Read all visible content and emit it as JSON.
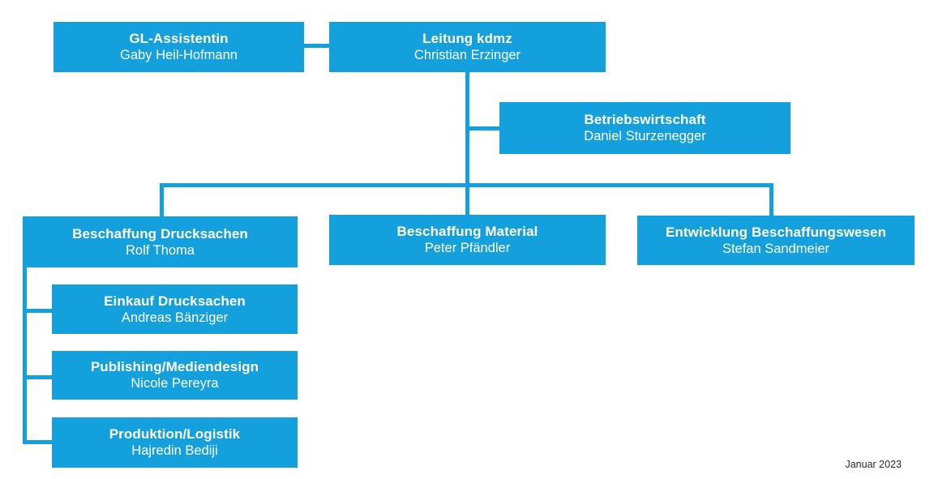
{
  "chart_title": "",
  "colors": {
    "box_blue": "#14a0dc",
    "text_white": "#ffffff",
    "footer_text": "#2b2b2b",
    "background": "#ffffff"
  },
  "org": {
    "nodes": [
      {
        "id": "gl-assistentin",
        "title": "GL-Assistentin",
        "person": "Gaby Heil-Hofmann",
        "parent": "leitung-kdmz",
        "relation": "assistant"
      },
      {
        "id": "leitung-kdmz",
        "title": "Leitung kdmz",
        "person": "Christian Erzinger",
        "parent": null,
        "relation": "head"
      },
      {
        "id": "betriebswirtschaft",
        "title": "Betriebswirtschaft",
        "person": "Daniel Sturzenegger",
        "parent": "leitung-kdmz",
        "relation": "staff-unit"
      },
      {
        "id": "beschaffung-drucksachen",
        "title": "Beschaffung Drucksachen",
        "person": "Rolf Thoma",
        "parent": "leitung-kdmz",
        "relation": "department"
      },
      {
        "id": "beschaffung-material",
        "title": "Beschaffung Material",
        "person": "Peter Pfändler",
        "parent": "leitung-kdmz",
        "relation": "department"
      },
      {
        "id": "entwicklung-beschaffungswesen",
        "title": "Entwicklung Beschaffungswesen",
        "person": "Stefan Sandmeier",
        "parent": "leitung-kdmz",
        "relation": "department"
      },
      {
        "id": "einkauf-drucksachen",
        "title": "Einkauf Drucksachen",
        "person": "Andreas Bänziger",
        "parent": "beschaffung-drucksachen",
        "relation": "sub-unit"
      },
      {
        "id": "publishing-mediendesign",
        "title": "Publishing/Mediendesign",
        "person": "Nicole Pereyra",
        "parent": "beschaffung-drucksachen",
        "relation": "sub-unit"
      },
      {
        "id": "produktion-logistik",
        "title": "Produktion/Logistik",
        "person": "Hajredin Bediji",
        "parent": "beschaffung-drucksachen",
        "relation": "sub-unit"
      }
    ]
  },
  "footer": {
    "date_label": "Januar 2023"
  }
}
